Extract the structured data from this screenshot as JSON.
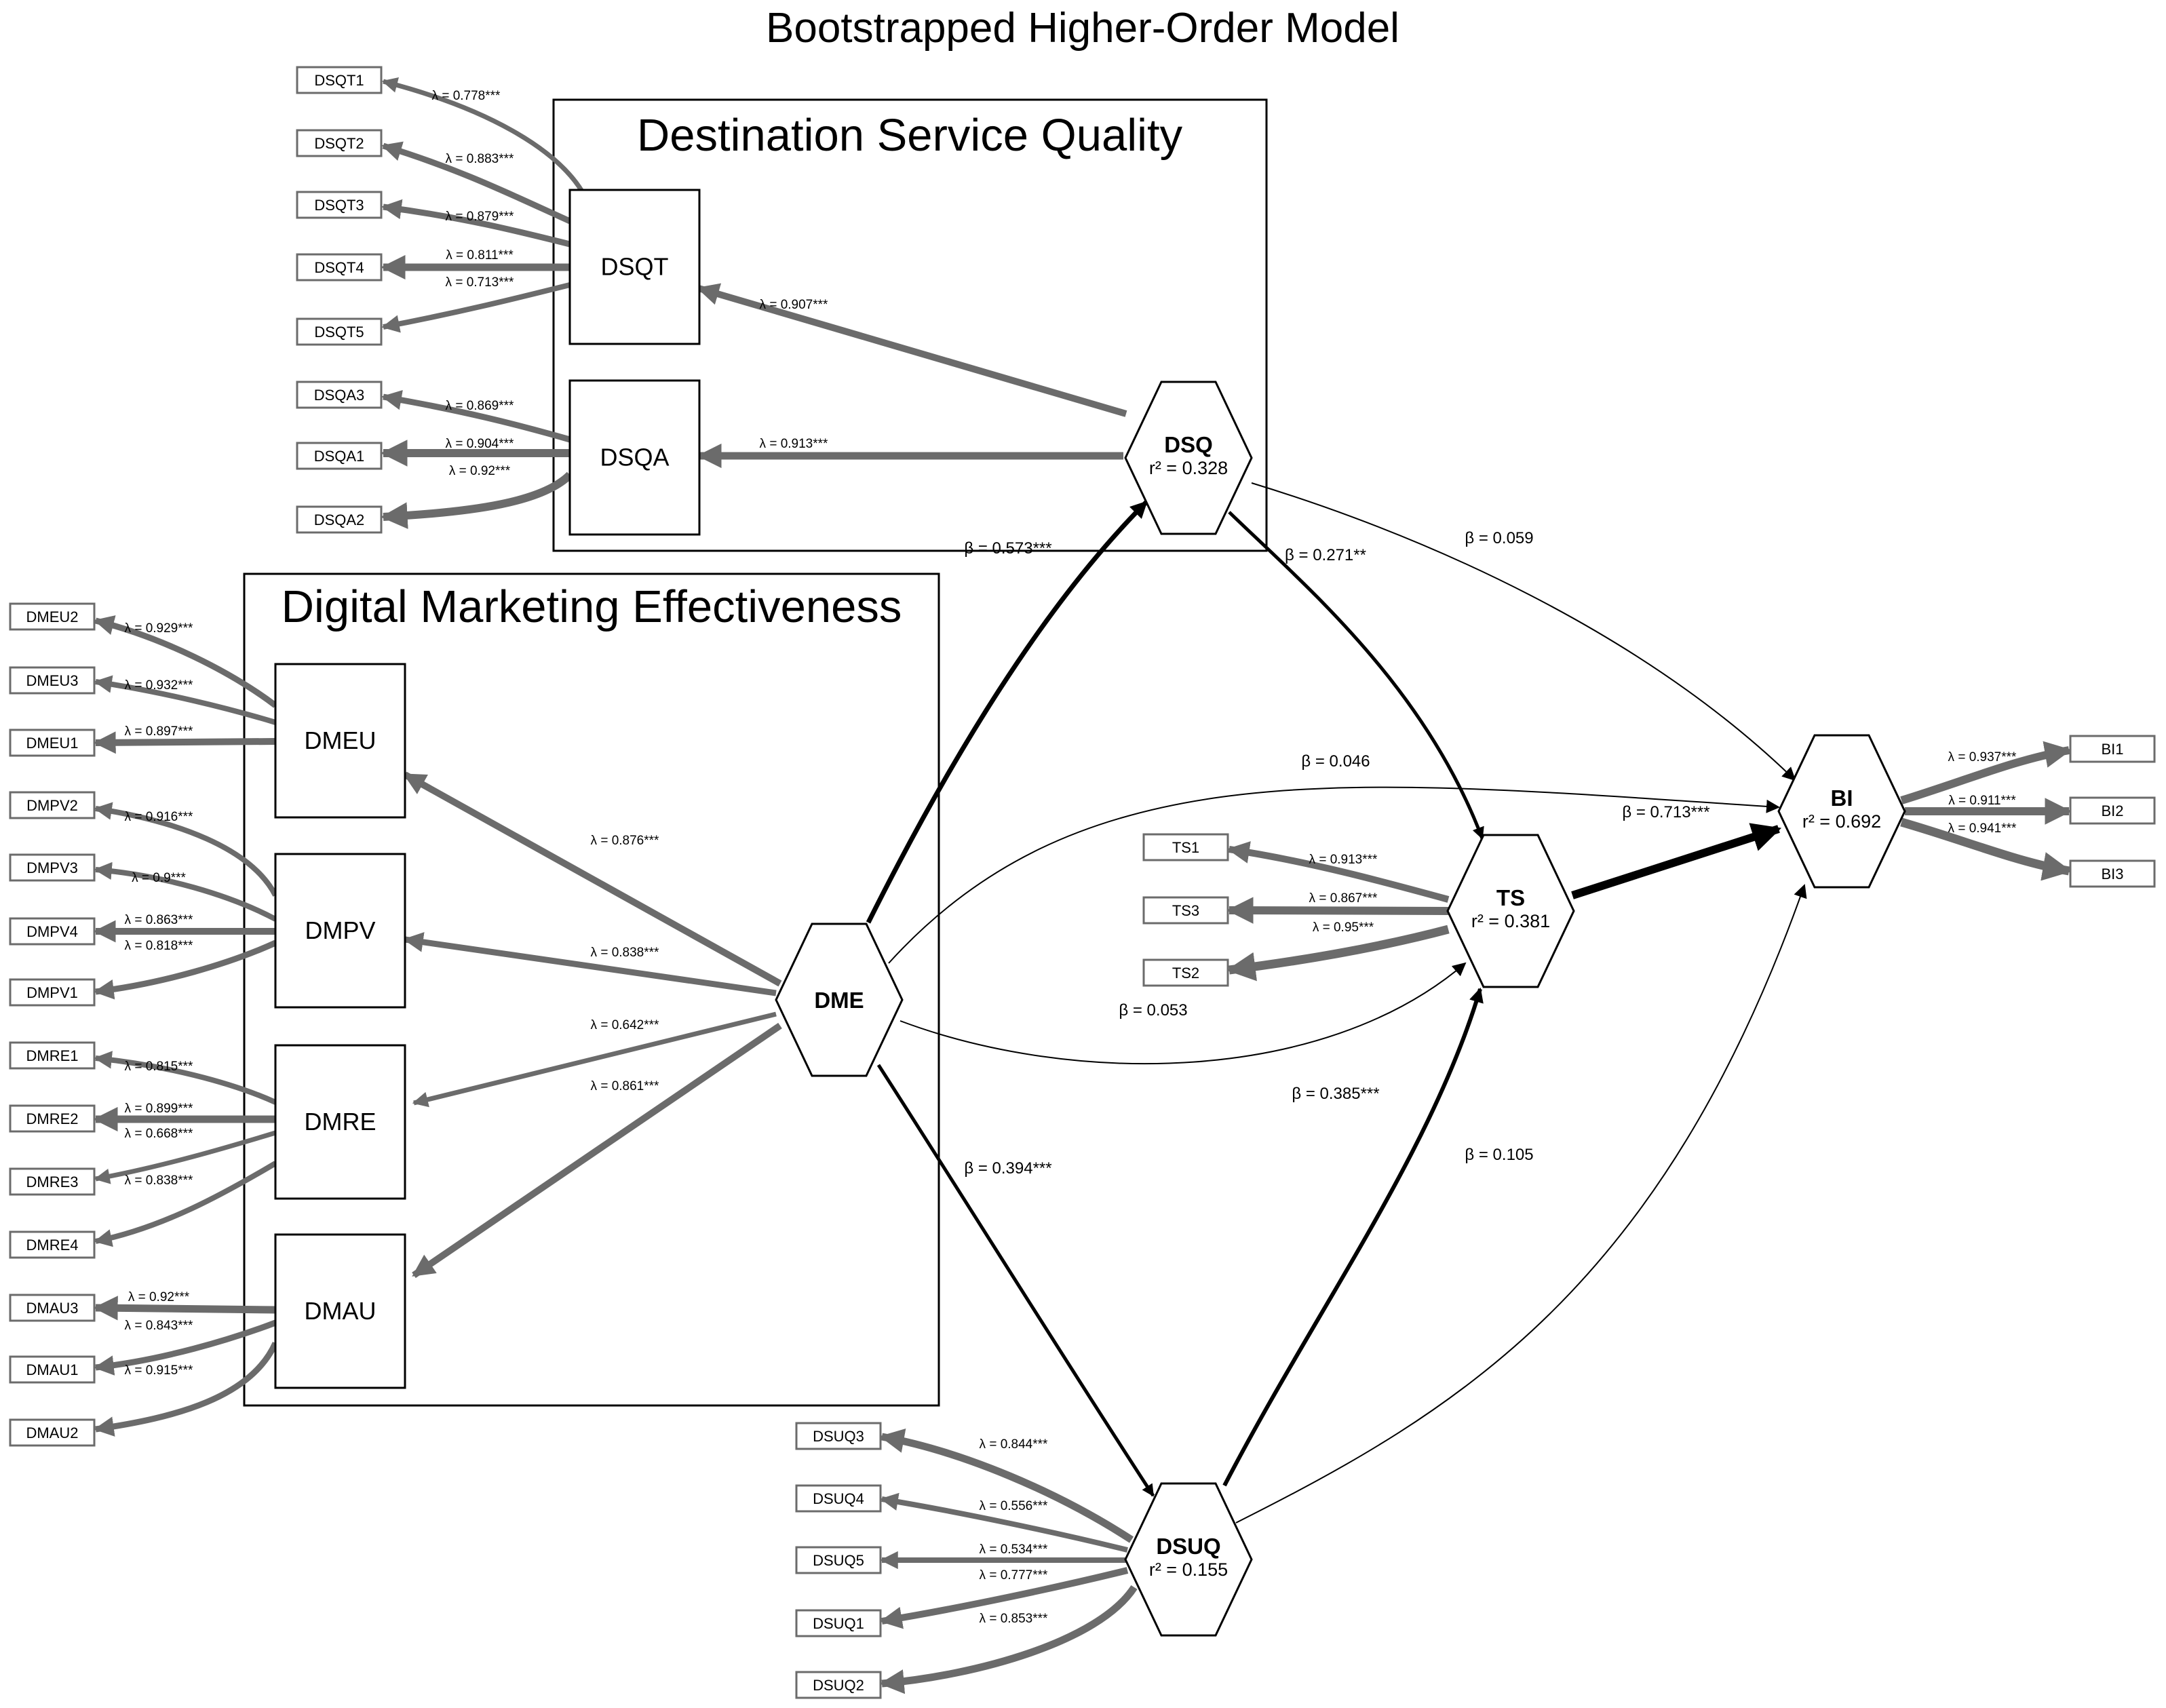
{
  "title": "Bootstrapped Higher-Order Model",
  "clusters": {
    "dsq": "Destination Service Quality",
    "dme": "Digital Marketing Effectiveness"
  },
  "constructs": {
    "DSQ": {
      "label": "DSQ",
      "r2": "r² = 0.328"
    },
    "DSUQ": {
      "label": "DSUQ",
      "r2": "r² = 0.155"
    },
    "TS": {
      "label": "TS",
      "r2": "r² = 0.381"
    },
    "BI": {
      "label": "BI",
      "r2": "r² = 0.692"
    },
    "DME": {
      "label": "DME"
    }
  },
  "first_order": {
    "DSQT": "DSQT",
    "DSQA": "DSQA",
    "DMEU": "DMEU",
    "DMPV": "DMPV",
    "DMRE": "DMRE",
    "DMAU": "DMAU"
  },
  "indicators": [
    {
      "id": "DSQT1",
      "label": "DSQT1",
      "loading": "λ = 0.778***"
    },
    {
      "id": "DSQT2",
      "label": "DSQT2",
      "loading": "λ = 0.883***"
    },
    {
      "id": "DSQT3",
      "label": "DSQT3",
      "loading": "λ = 0.879***"
    },
    {
      "id": "DSQT4",
      "label": "DSQT4",
      "loading": "λ = 0.811***"
    },
    {
      "id": "DSQT5",
      "label": "DSQT5",
      "loading": "λ = 0.713***"
    },
    {
      "id": "DSQA3",
      "label": "DSQA3",
      "loading": "λ = 0.869***"
    },
    {
      "id": "DSQA1",
      "label": "DSQA1",
      "loading": "λ = 0.904***"
    },
    {
      "id": "DSQA2",
      "label": "DSQA2",
      "loading": "λ = 0.92***"
    },
    {
      "id": "DMEU2",
      "label": "DMEU2",
      "loading": "λ = 0.929***"
    },
    {
      "id": "DMEU3",
      "label": "DMEU3",
      "loading": "λ = 0.932***"
    },
    {
      "id": "DMEU1",
      "label": "DMEU1",
      "loading": "λ = 0.897***"
    },
    {
      "id": "DMPV2",
      "label": "DMPV2",
      "loading": "λ = 0.916***"
    },
    {
      "id": "DMPV3",
      "label": "DMPV3",
      "loading": "λ = 0.9***"
    },
    {
      "id": "DMPV4",
      "label": "DMPV4",
      "loading": "λ = 0.863***"
    },
    {
      "id": "DMPV1",
      "label": "DMPV1",
      "loading": "λ = 0.818***"
    },
    {
      "id": "DMRE1",
      "label": "DMRE1",
      "loading": "λ = 0.815***"
    },
    {
      "id": "DMRE2",
      "label": "DMRE2",
      "loading": "λ = 0.899***"
    },
    {
      "id": "DMRE3",
      "label": "DMRE3",
      "loading": "λ = 0.668***"
    },
    {
      "id": "DMRE4",
      "label": "DMRE4",
      "loading": "λ = 0.838***"
    },
    {
      "id": "DMAU3",
      "label": "DMAU3",
      "loading": "λ = 0.92***"
    },
    {
      "id": "DMAU1",
      "label": "DMAU1",
      "loading": "λ = 0.843***"
    },
    {
      "id": "DMAU2",
      "label": "DMAU2",
      "loading": "λ = 0.915***"
    },
    {
      "id": "TS1",
      "label": "TS1",
      "loading": "λ = 0.913***"
    },
    {
      "id": "TS3",
      "label": "TS3",
      "loading": "λ = 0.867***"
    },
    {
      "id": "TS2",
      "label": "TS2",
      "loading": "λ = 0.95***"
    },
    {
      "id": "BI1",
      "label": "BI1",
      "loading": "λ = 0.937***"
    },
    {
      "id": "BI2",
      "label": "BI2",
      "loading": "λ = 0.911***"
    },
    {
      "id": "BI3",
      "label": "BI3",
      "loading": "λ = 0.941***"
    },
    {
      "id": "DSUQ3",
      "label": "DSUQ3",
      "loading": "λ = 0.844***"
    },
    {
      "id": "DSUQ4",
      "label": "DSUQ4",
      "loading": "λ = 0.556***"
    },
    {
      "id": "DSUQ5",
      "label": "DSUQ5",
      "loading": "λ = 0.534***"
    },
    {
      "id": "DSUQ1",
      "label": "DSUQ1",
      "loading": "λ = 0.777***"
    },
    {
      "id": "DSUQ2",
      "label": "DSUQ2",
      "loading": "λ = 0.853***"
    }
  ],
  "second_order_loadings": {
    "DSQ_DSQT": "λ = 0.907***",
    "DSQ_DSQA": "λ = 0.913***",
    "DME_DMEU": "λ = 0.876***",
    "DME_DMPV": "λ = 0.838***",
    "DME_DMRE": "λ = 0.642***",
    "DME_DMAU": "λ = 0.861***"
  },
  "paths": {
    "DME_DSQ": "β = 0.573***",
    "DME_DSUQ": "β = 0.394***",
    "DME_BI": "β = 0.046",
    "DME_TS": "β = 0.053",
    "DSQ_TS": "β = 0.271**",
    "DSQ_BI": "β = 0.059",
    "DSUQ_TS": "β = 0.385***",
    "DSUQ_BI": "β = 0.105",
    "TS_BI": "β = 0.713***"
  }
}
